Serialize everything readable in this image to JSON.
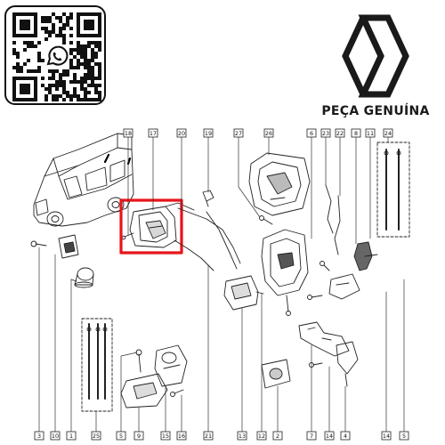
{
  "brand": {
    "tagline": "PEÇA GENUÍNA",
    "logo_icon": "renault-diamond-logo-icon",
    "qr_icon": "whatsapp-qr-code-icon",
    "whatsapp_icon": "whatsapp-icon"
  },
  "diagram": {
    "highlight_color": "#e8141b",
    "highlighted_part": "17",
    "callouts_top": [
      "18",
      "17",
      "20",
      "19",
      "27",
      "26",
      "6",
      "23",
      "22",
      "8",
      "11",
      "24"
    ],
    "callouts_bottom": [
      "3",
      "10",
      "1",
      "25",
      "5",
      "9",
      "15",
      "16",
      "21",
      "13",
      "12",
      "2",
      "7",
      "14",
      "4"
    ]
  }
}
